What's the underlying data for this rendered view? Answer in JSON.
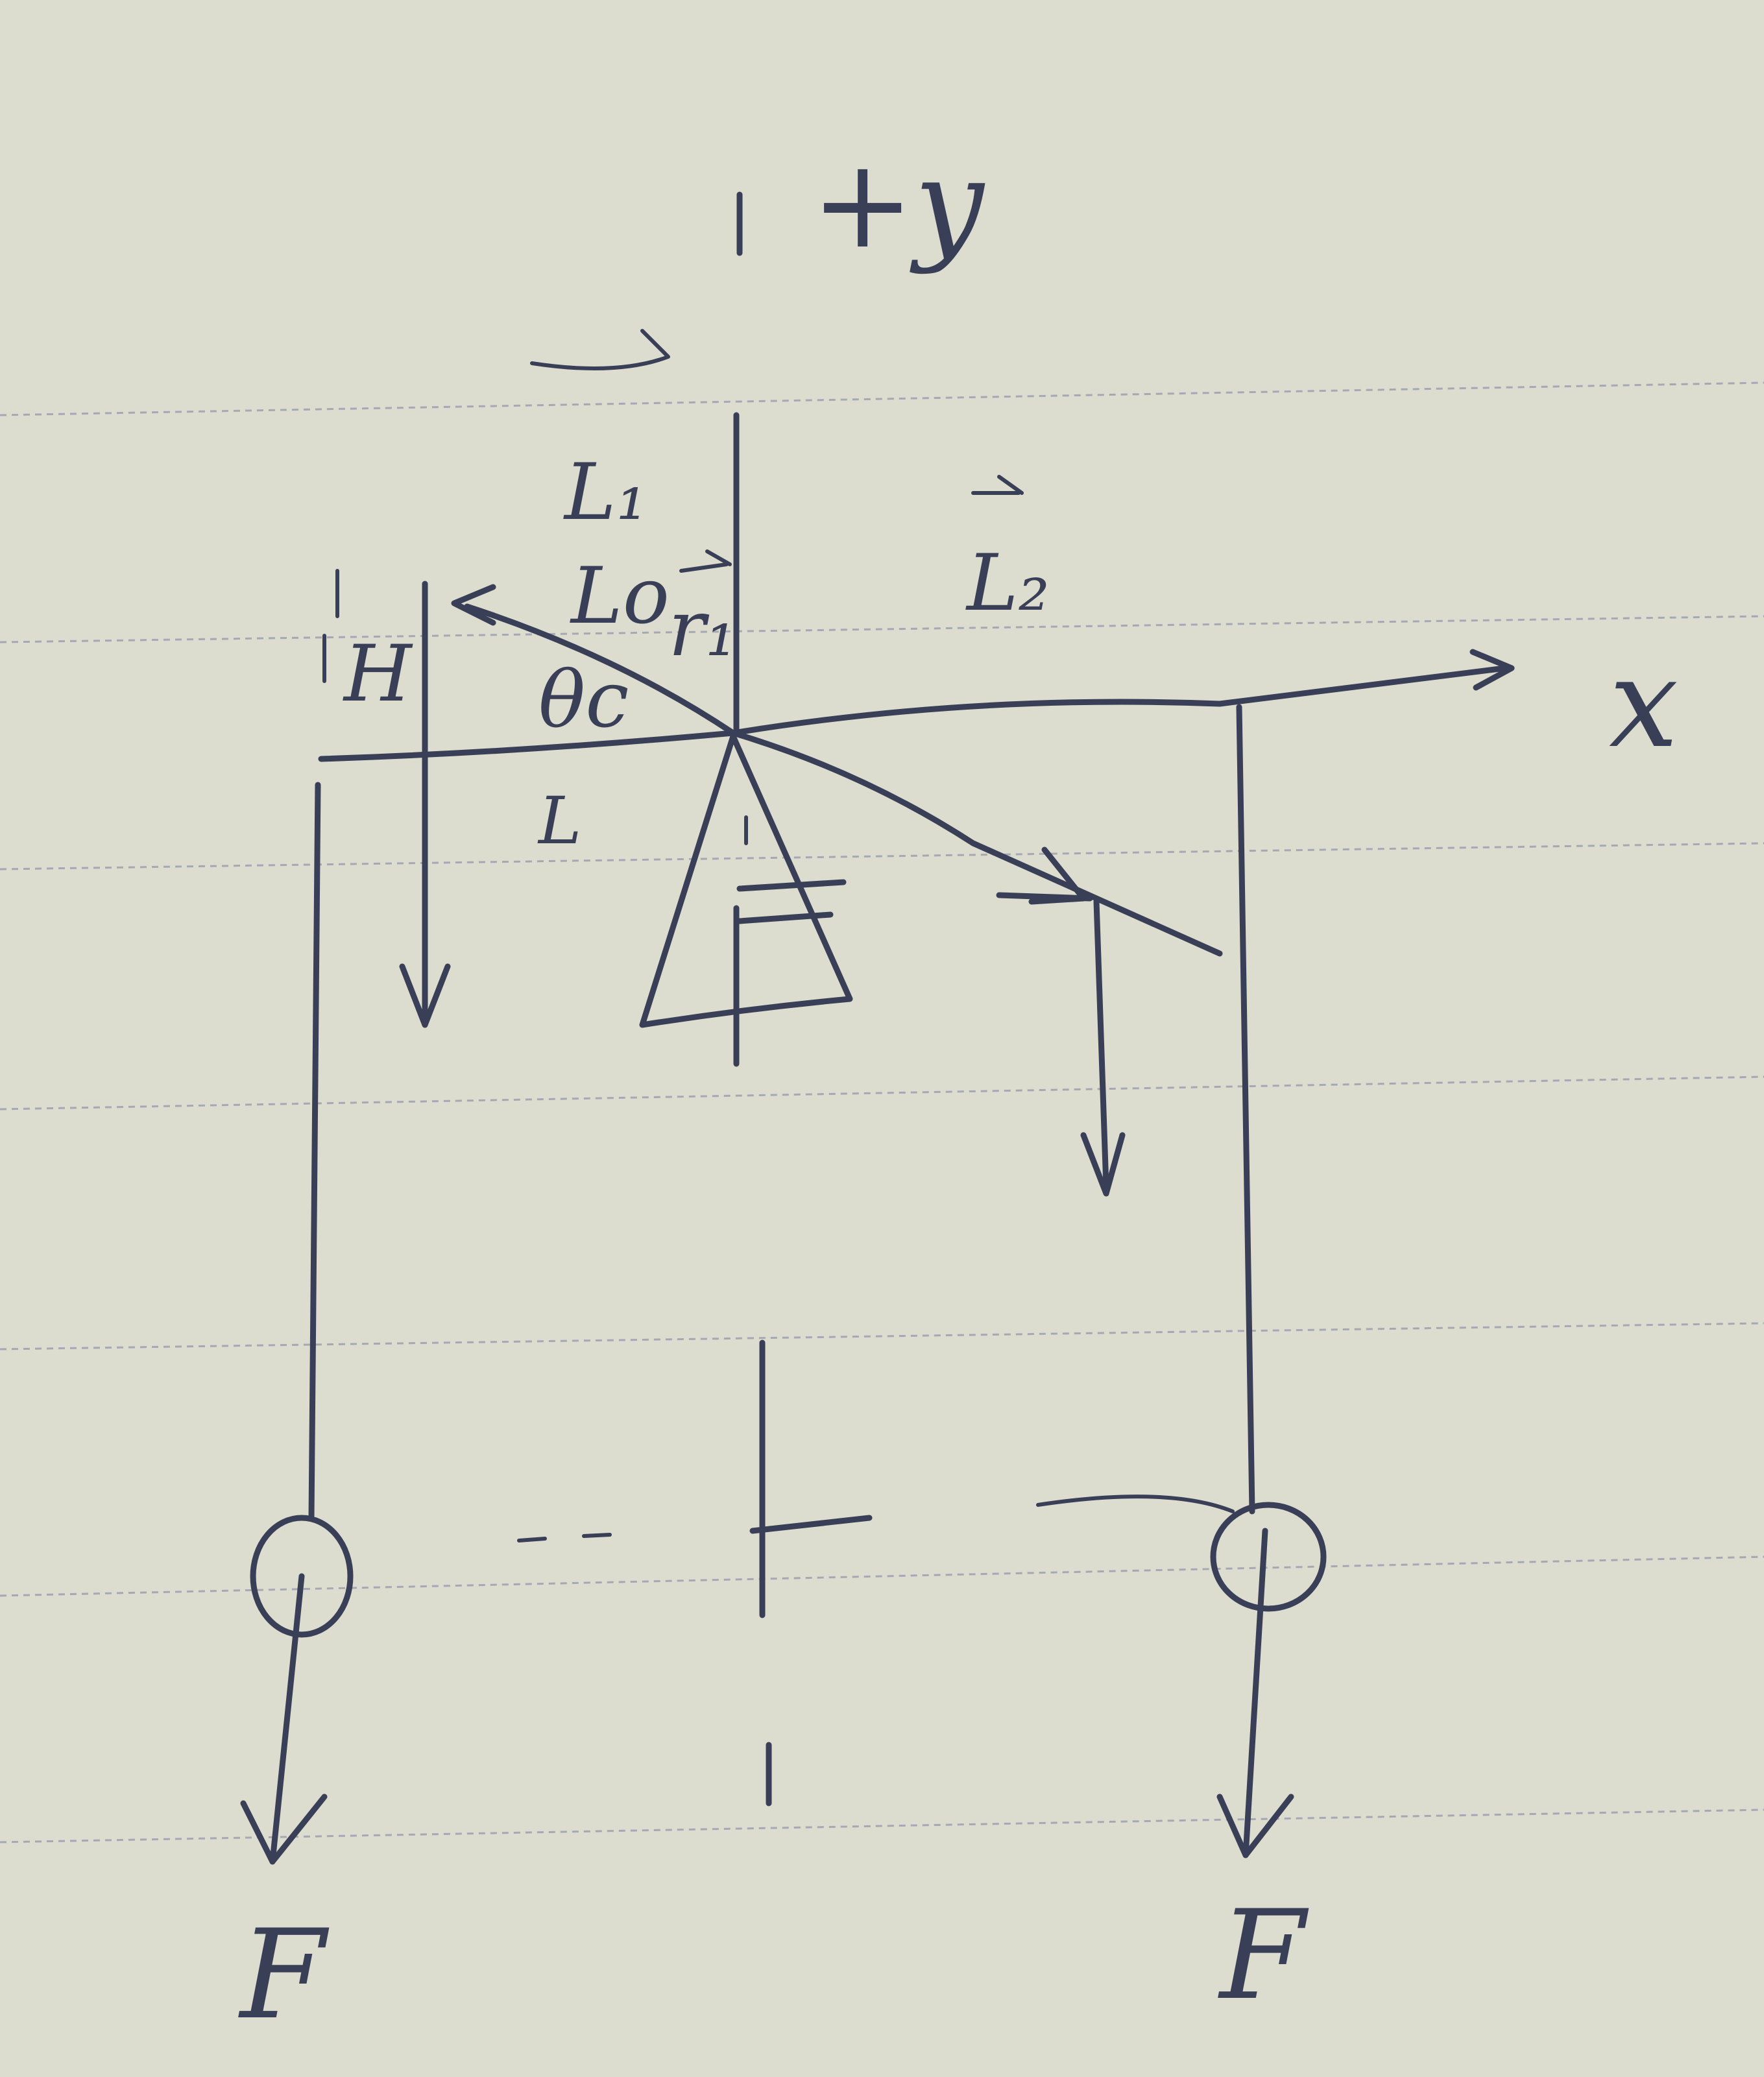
{
  "paper": {
    "background": "#dcdccf",
    "ink": "#3a3f58",
    "rule": "#a6a8b3"
  },
  "labels": {
    "y_axis": "+y",
    "x_axis": "x",
    "left_force": "F",
    "right_force": "F",
    "r1_vec": "r₁",
    "l1_vec": "L₁",
    "lo": "Lo",
    "l2_vec": "L₂",
    "h": "H",
    "theta": "θc",
    "l_small": "L"
  }
}
